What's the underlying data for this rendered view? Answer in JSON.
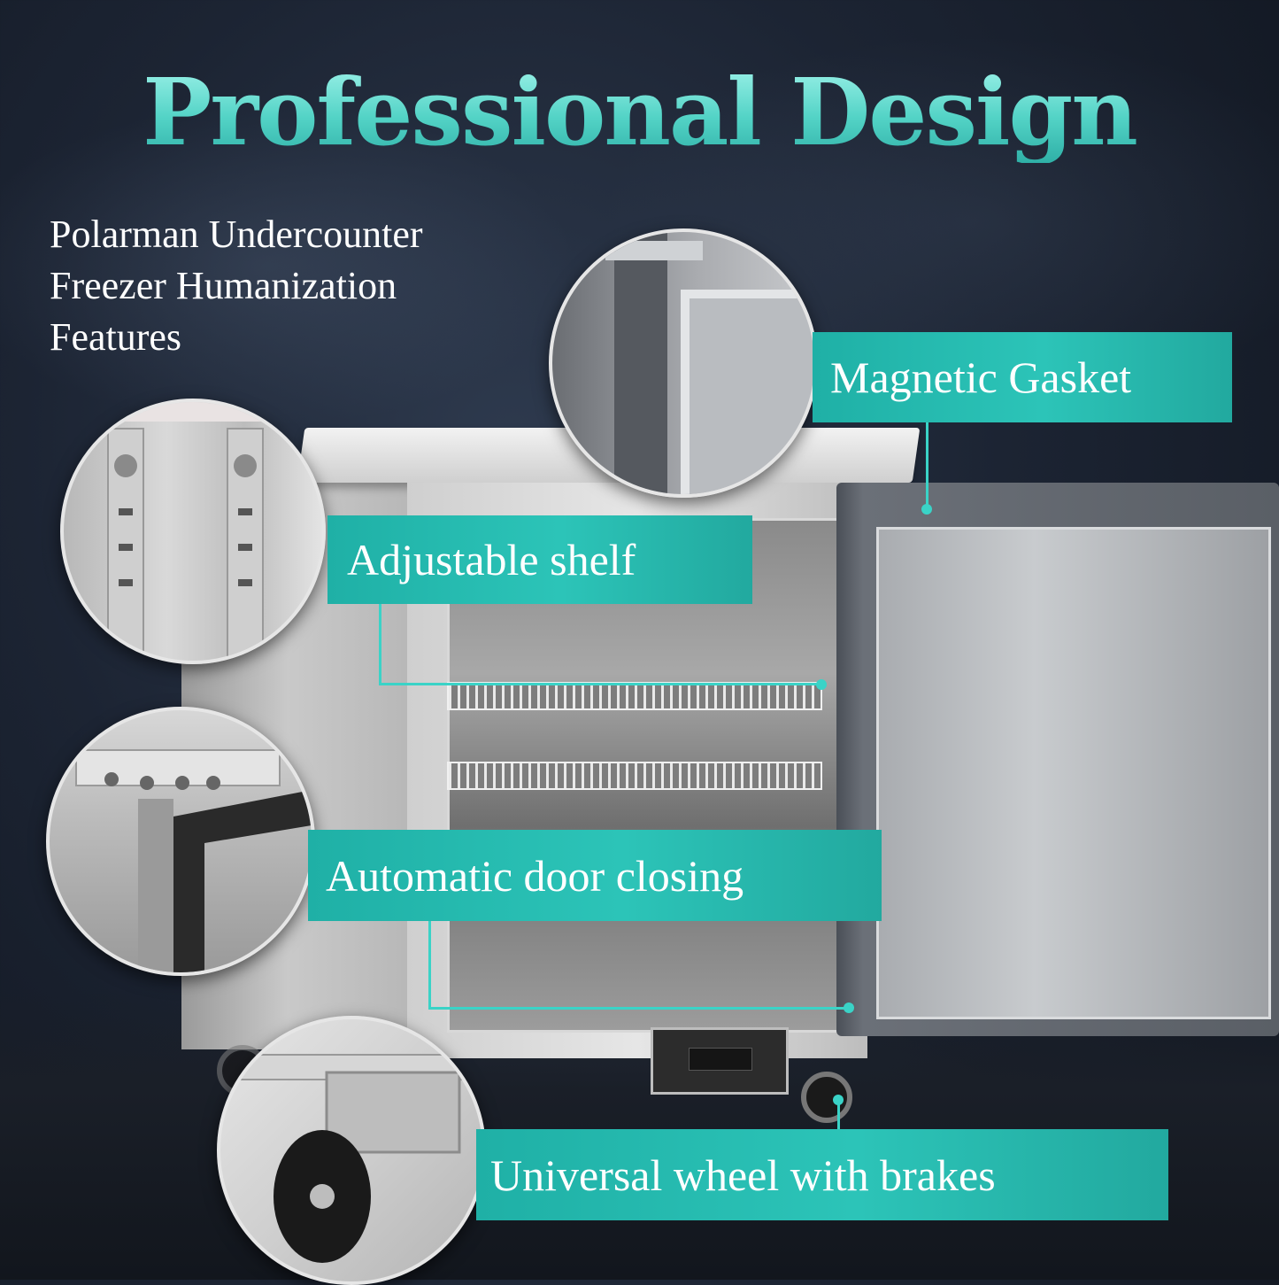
{
  "title": "Professional Design",
  "subtitle": {
    "line1": "Polarman Undercounter",
    "line2": "Freezer Humanization",
    "line3": "Features"
  },
  "features": [
    {
      "label": "Magnetic Gasket"
    },
    {
      "label": "Adjustable shelf"
    },
    {
      "label": "Automatic door closing"
    },
    {
      "label": "Universal wheel with brakes"
    }
  ],
  "colors": {
    "accent": "#2cc4b8",
    "title_gradient_top": "#9ff3ea",
    "title_gradient_bottom": "#2fb0a7",
    "background": "#1c2433"
  }
}
